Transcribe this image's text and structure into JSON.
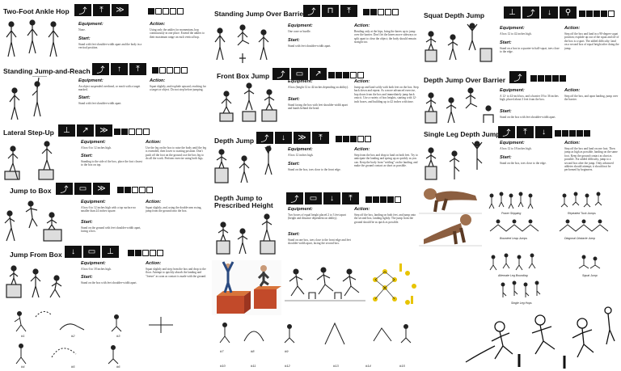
{
  "col1": {
    "two_foot_ankle_hop": {
      "title": "Two-Foot Ankle Hop",
      "equipment_label": "Equipment:",
      "equipment": "None.",
      "start_label": "Start:",
      "start": "Stand with feet shoulder-width apart and the body in a vertical position.",
      "action_label": "Action:",
      "action": "Using only the ankles for momentum, hop continuously in one place. Extend the ankles to their maximum range on each vertical hop."
    },
    "standing_jump_and_reach": {
      "title": "Standing Jump-and-Reach",
      "equipment_label": "Equipment:",
      "equipment": "An object suspended overhead, or reach with a target marked.",
      "start_label": "Start:",
      "start": "Stand with feet shoulder-width apart.",
      "action_label": "Action:",
      "action": "Squat slightly, and explode upward, reaching for a target or object. Do not step before jumping."
    },
    "lateral_step_up": {
      "title": "Lateral Step-Up",
      "equipment_label": "Equipment:",
      "equipment": "A box 6 to 12 inches high.",
      "start_label": "Start:",
      "start": "Standing to the side of the box, place the foot closest to the box on top.",
      "action_label": "Action:",
      "action": "Use the leg on the box to raise the body until the leg is extended, then lower to starting position. Don't push off the foot on the ground; use the box leg to do all the work. Perform exercise using both legs."
    },
    "jump_to_box": {
      "title": "Jump to Box",
      "equipment_label": "Equipment:",
      "equipment": "A box 6 to 12 inches high with a top surface no smaller than 24 inches square.",
      "start_label": "Start:",
      "start": "Stand on the ground with feet shoulder-width apart, facing a box.",
      "action_label": "Action:",
      "action": "Squat slightly, and, using the double-arm swing, jump from the ground onto the box."
    },
    "jump_from_box": {
      "title": "Jump From Box",
      "equipment_label": "Equipment:",
      "equipment": "A box 6 to 18 inches high.",
      "start_label": "Start:",
      "start": "Stand on the box with feet shoulder-width apart.",
      "action_label": "Action:",
      "action": "Squat slightly and step from the box and drop to the floor. Attempt to quickly absorb the landing and \"freeze\" as soon as contact is made with the ground."
    },
    "figure_labels": [
      "#1",
      "#2",
      "#3",
      "#4",
      "#5",
      "#6"
    ]
  },
  "col2": {
    "standing_jump_over_barrier": {
      "title": "Standing Jump Over Barrier",
      "equipment_label": "Equipment:",
      "equipment": "One cone or hurdle.",
      "start_label": "Start:",
      "start": "Stand with feet shoulder-width apart.",
      "action_label": "Action:",
      "action": "Bending only at the hips, bring the knees up to jump over the barrier. Don't let the knees move sideways or split apart to clear the object; the body should remain straight too."
    },
    "front_box_jump": {
      "title": "Front Box Jump",
      "equipment_label": "Equipment:",
      "equipment": "A box (height 12 to 42 inches depending on ability).",
      "start_label": "Start:",
      "start": "Stand facing the box with feet shoulder-width apart and hands behind the head.",
      "action_label": "Action:",
      "action": "Jump up and land softly with both feet on the box. Step back down and repeat. As a more advanced exercise, hop down from the box and immediately jump back onto it. Use a variety of box heights, starting with 12-inch boxes, and building up to 42 inches with time."
    },
    "depth_jump": {
      "title": "Depth Jump",
      "equipment_label": "Equipment:",
      "equipment": "A box 12 inches high.",
      "start_label": "Start:",
      "start": "Stand on the box, toes close to the front edge.",
      "action_label": "Action:",
      "action": "Step from the box and drop to land on both feet. Try to anticipate the landing and spring up as quickly as you can. Keep the body from \"settling\" on the landing, and make the ground contact as short as possible."
    },
    "depth_jump_prescribed": {
      "title": "Depth Jump to Prescribed Height",
      "equipment_label": "Equipment:",
      "equipment": "Two boxes of equal height placed 2 to 3 feet apart (height and distance dependent on ability).",
      "start_label": "Start:",
      "start": "Stand on one box, toes close to the front edge and feet shoulder-width apart, facing the second box.",
      "action_label": "Action:",
      "action": "Step off the box, landing on both feet, and jump onto the second box, landing lightly. The jump from the ground should be as quick as possible."
    },
    "figure_labels": [
      "#7",
      "#8",
      "#9",
      "#10",
      "#11",
      "#12",
      "#13",
      "#14",
      "#15"
    ]
  },
  "col3": {
    "squat_depth_jump": {
      "title": "Squat Depth Jump",
      "equipment_label": "Equipment:",
      "equipment": "A box 12 to 42 inches high.",
      "start_label": "Start:",
      "start": "Stand on a box in a quarter-to half-squat, toes close to the edge.",
      "action_label": "Action:",
      "action": "Step off the box and land in a 90-degree squat position; explode up out of the squat and off of the box is a sport. The added difficulty: land on a second box of equal height after doing the jump."
    },
    "depth_jump_over_barrier": {
      "title": "Depth Jump Over Barrier",
      "equipment_label": "Equipment:",
      "equipment": "A 12- to 42-inch box, and a barrier 18 to 36 inches high, placed about 3 feet from the box.",
      "start_label": "Start:",
      "start": "Stand on the box with feet shoulder-width apart.",
      "action_label": "Action:",
      "action": "Step off the box, and upon landing, jump over the barrier."
    },
    "single_leg_depth_jump": {
      "title": "Single Leg Depth Jump",
      "equipment_label": "Equipment:",
      "equipment": "A box 12 to 18 inches high.",
      "start_label": "Start:",
      "start": "Stand on the box, toes close to the edge.",
      "action_label": "Action:",
      "action": "Step off the box and land on one foot. Then jump as high as possible, landing on the same foot. Keep the ground contact as short as possible. For added difficulty, jump to a second box after the jump. Only advanced athletes should attempt; it should not be performed by beginners."
    },
    "captions": [
      "Power Skipping",
      "Repeated Tuck Jumps",
      "Bounded Leap Jumps",
      "Diagonal Obstacle Jump",
      "Alternate Leg Bounding",
      "Squat Jump",
      "Single Leg Hops"
    ]
  }
}
